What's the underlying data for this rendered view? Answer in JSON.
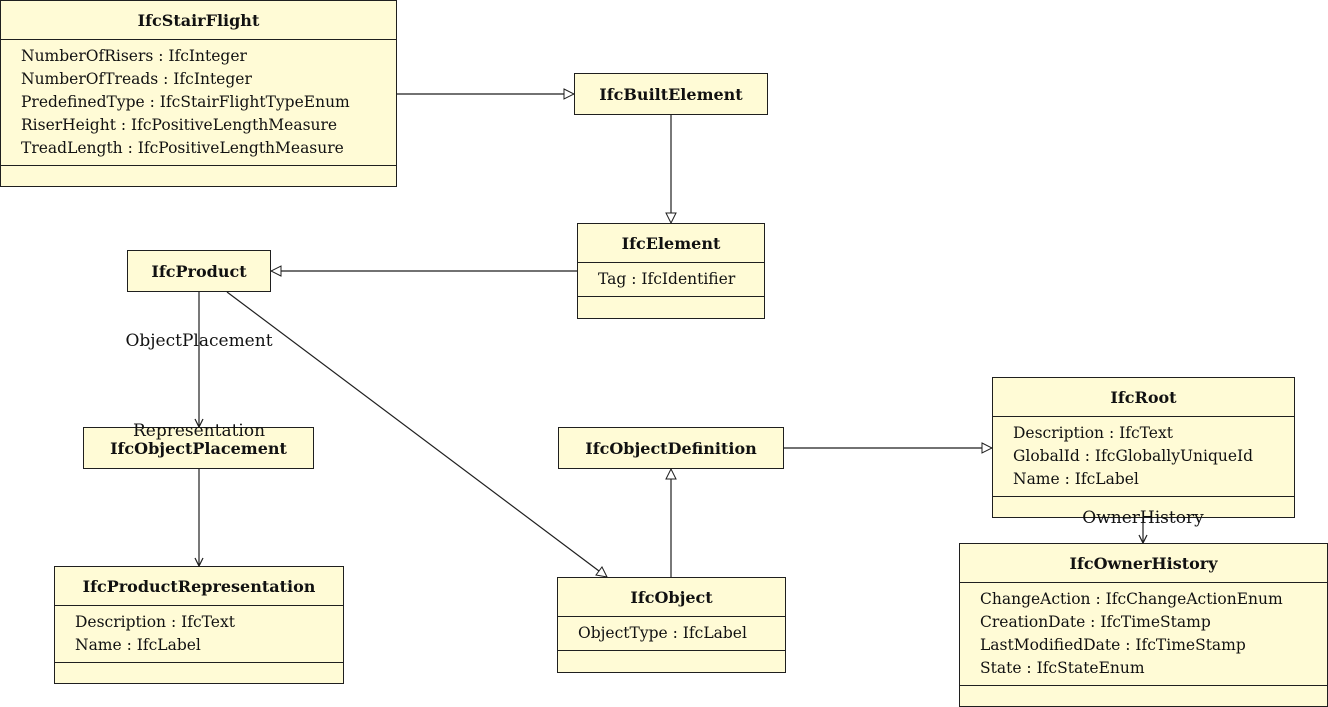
{
  "classes": {
    "stair_flight": {
      "name": "IfcStairFlight",
      "attributes": [
        "NumberOfRisers : IfcInteger",
        "NumberOfTreads : IfcInteger",
        "PredefinedType : IfcStairFlightTypeEnum",
        "RiserHeight : IfcPositiveLengthMeasure",
        "TreadLength : IfcPositiveLengthMeasure"
      ]
    },
    "built_element": {
      "name": "IfcBuiltElement"
    },
    "element": {
      "name": "IfcElement",
      "attributes": [
        "Tag : IfcIdentifier"
      ]
    },
    "product": {
      "name": "IfcProduct"
    },
    "object_placement": {
      "name": "IfcObjectPlacement"
    },
    "product_representation": {
      "name": "IfcProductRepresentation",
      "attributes": [
        "Description : IfcText",
        "Name : IfcLabel"
      ]
    },
    "object_definition": {
      "name": "IfcObjectDefinition"
    },
    "object": {
      "name": "IfcObject",
      "attributes": [
        "ObjectType : IfcLabel"
      ]
    },
    "root": {
      "name": "IfcRoot",
      "attributes": [
        "Description : IfcText",
        "GlobalId : IfcGloballyUniqueId",
        "Name : IfcLabel"
      ]
    },
    "owner_history": {
      "name": "IfcOwnerHistory",
      "attributes": [
        "ChangeAction : IfcChangeActionEnum",
        "CreationDate : IfcTimeStamp",
        "LastModifiedDate : IfcTimeStamp",
        "State : IfcStateEnum"
      ]
    }
  },
  "edge_labels": {
    "object_placement": "ObjectPlacement",
    "representation": "Representation",
    "owner_history": "OwnerHistory"
  },
  "colors": {
    "class_fill": "#fffbd6",
    "stroke": "#1f1f1f"
  }
}
